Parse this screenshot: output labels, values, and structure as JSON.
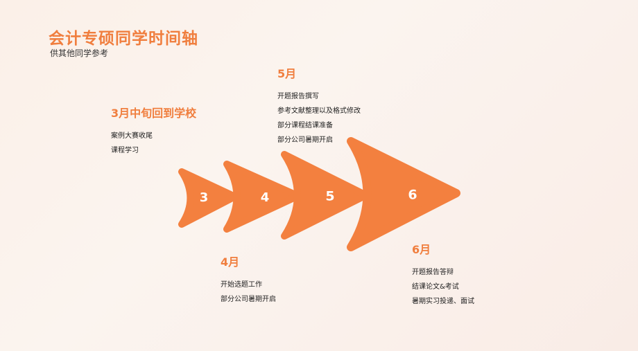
{
  "header": {
    "title": "会计专硕同学时间轴",
    "subtitle": "供其他同学参考"
  },
  "steps": [
    {
      "number": "3",
      "month": "3月中旬回到学校",
      "items": [
        "案例大赛收尾",
        "课程学习"
      ]
    },
    {
      "number": "4",
      "month": "4月",
      "items": [
        "开始选题工作",
        "部分公司暑期开启"
      ]
    },
    {
      "number": "5",
      "month": "5月",
      "items": [
        "开题报告撰写",
        "参考文献整理以及格式修改",
        "部分课程结课准备",
        "部分公司暑期开启"
      ]
    },
    {
      "number": "6",
      "month": "6月",
      "items": [
        "开题报告答辩",
        "结课论文&考试",
        "暑期实习投递、面试"
      ]
    }
  ],
  "colors": {
    "accent": "#f07e3e",
    "arrow": "#f3803f"
  }
}
